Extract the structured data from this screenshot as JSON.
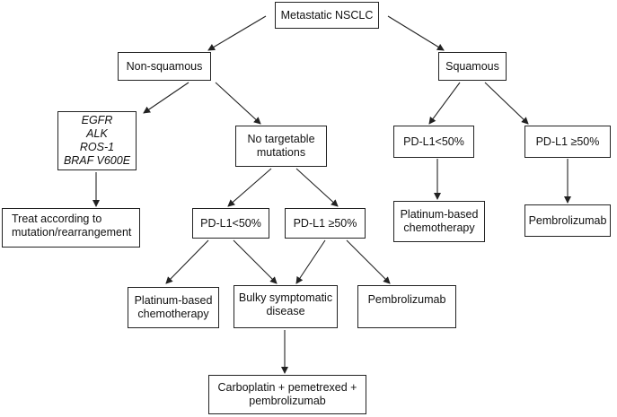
{
  "nodes": {
    "root": "Metastatic NSCLC",
    "nonsquamous": "Non-squamous",
    "squamous": "Squamous",
    "driver": [
      "EGFR",
      "ALK",
      "ROS-1",
      "BRAF V600E"
    ],
    "no_target": [
      "No targetable",
      "mutations"
    ],
    "treat_mutation": [
      "Treat according to",
      "mutation/rearrangement"
    ],
    "ns_pdl1_low": "PD-L1<50%",
    "ns_pdl1_high": "PD-L1 ≥50%",
    "ns_platinum": [
      "Platinum-based",
      "chemotherapy"
    ],
    "bulky": [
      "Bulky symptomatic",
      "disease"
    ],
    "ns_pembro": "Pembrolizumab",
    "combo": [
      "Carboplatin + pemetrexed +",
      "pembrolizumab"
    ],
    "sq_pdl1_low": "PD-L1<50%",
    "sq_pdl1_high": "PD-L1 ≥50%",
    "sq_platinum": [
      "Platinum-based",
      "chemotherapy"
    ],
    "sq_pembro": "Pembrolizumab"
  }
}
